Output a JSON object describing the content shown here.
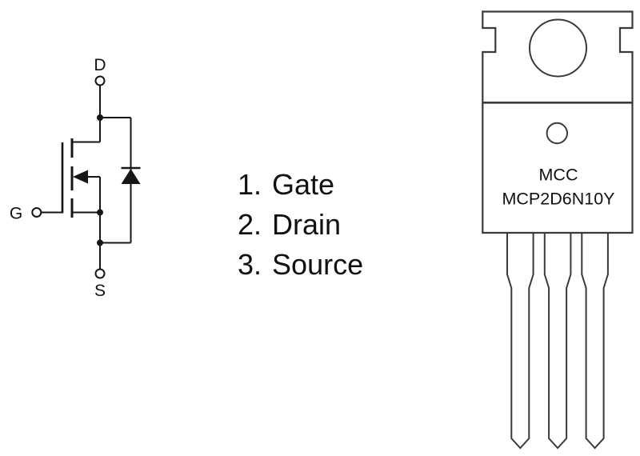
{
  "figure": {
    "description": "MOSFET schematic symbol with body diode, pin legend, and TO-220 package front view"
  },
  "schematic": {
    "terminals": {
      "drain": "D",
      "gate": "G",
      "source": "S"
    }
  },
  "legend": {
    "items": [
      {
        "number": "1.",
        "name": "Gate"
      },
      {
        "number": "2.",
        "name": "Drain"
      },
      {
        "number": "3.",
        "name": "Source"
      }
    ]
  },
  "package": {
    "marking_line1": "MCC",
    "marking_line2": "MCP2D6N10Y"
  },
  "colors": {
    "line": "#161616",
    "outline": "#3a3a3a",
    "text": "#111111",
    "background": "#ffffff"
  }
}
